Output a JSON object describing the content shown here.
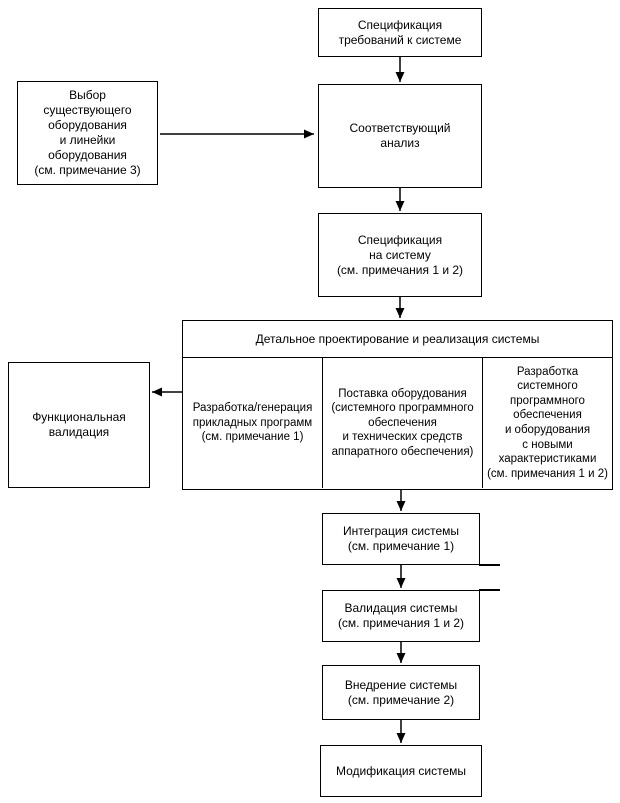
{
  "diagram": {
    "type": "flowchart",
    "language": "ru",
    "colors": {
      "line": "#000000",
      "background": "#ffffff",
      "text": "#000000"
    },
    "nodes": {
      "spec_requirements": {
        "label": "Спецификация\nтребований к системе"
      },
      "equipment_selection": {
        "label": "Выбор\nсуществующего\nоборудования\nи линейки\nоборудования\n(см. примечание 3)"
      },
      "analysis": {
        "label": "Соответствующий\nанализ"
      },
      "system_spec": {
        "label": "Спецификация\nна систему\n(см. примечания 1 и 2)"
      },
      "detail_design": {
        "title": "Детальное проектирование и реализация системы",
        "cells": [
          {
            "label": "Разработка/генерация\nприкладных программ\n(см. примечание 1)"
          },
          {
            "label": "Поставка оборудования\n(системного программного\nобеспечения\nи технических средств\nаппаратного обеспечения)"
          },
          {
            "label": "Разработка\nсистемного\nпрограммного\nобеспечения\nи оборудования\nс новыми\nхарактеристиками\n(см. примечания 1 и 2)"
          }
        ]
      },
      "functional_validation": {
        "label": "Функциональная\nвалидация"
      },
      "system_integration": {
        "label": "Интеграция системы\n(см. примечание 1)"
      },
      "system_validation": {
        "label": "Валидация системы\n(см. примечания 1 и 2)"
      },
      "system_deployment": {
        "label": "Внедрение системы\n(см. примечание 2)"
      },
      "system_modification": {
        "label": "Модификация системы"
      }
    },
    "edges": [
      {
        "from": "spec_requirements",
        "to": "analysis",
        "direction": "down"
      },
      {
        "from": "equipment_selection",
        "to": "analysis",
        "direction": "right"
      },
      {
        "from": "analysis",
        "to": "system_spec",
        "direction": "down"
      },
      {
        "from": "system_spec",
        "to": "detail_design",
        "direction": "down"
      },
      {
        "from": "detail_design",
        "to": "functional_validation",
        "direction": "left"
      },
      {
        "from": "detail_design",
        "to": "system_integration",
        "direction": "down"
      },
      {
        "from": "system_integration",
        "to": "system_validation",
        "direction": "down"
      },
      {
        "from": "system_validation",
        "to": "system_deployment",
        "direction": "down"
      },
      {
        "from": "system_deployment",
        "to": "system_modification",
        "direction": "down"
      },
      {
        "from": "system_integration",
        "to": "offpage-right",
        "direction": "right-stub"
      },
      {
        "from": "system_validation",
        "to": "offpage-right",
        "direction": "right-stub"
      }
    ]
  }
}
